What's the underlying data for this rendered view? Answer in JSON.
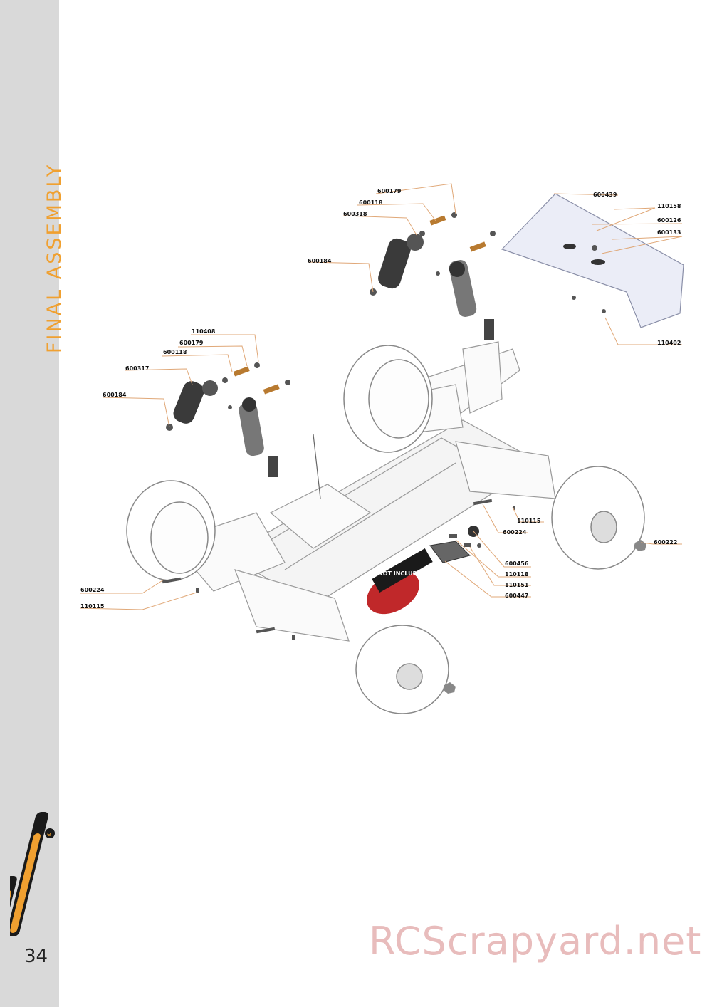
{
  "page": {
    "section_title": "FINAL ASSEMBLY",
    "page_number": "34",
    "watermark": "RCScrapyard.net",
    "logo_icon": "model-logo-icon"
  },
  "colors": {
    "sidebar": "#d9d9d9",
    "title": "#f0a030",
    "watermark": "#e8bcbc",
    "leader_line": "#e0a878",
    "motor": "#c0282a"
  },
  "diagram": {
    "motor_note": "NOT INCLUDED",
    "parts": {
      "rear_shock_top_cap": "600179",
      "rear_shock_nut": "600118",
      "rear_shock_spring": "600318",
      "rear_shock_end": "600184",
      "front_shock_screw": "110408",
      "front_shock_top_cap": "600179",
      "front_shock_nut": "600118",
      "front_shock_spring": "600317",
      "front_shock_end": "600184",
      "wing": "600439",
      "wing_screw": "110158",
      "wing_washer": "600126",
      "wing_button": "600133",
      "wing_nut": "110402",
      "rear_pin_screw": "110115",
      "rear_pin": "600224",
      "rear_wheel_nut": "600222",
      "pinion": "600456",
      "motor_screw": "110118",
      "motor_set_screw": "110151",
      "motor_mount": "600447",
      "front_pin": "600224",
      "front_pin_screw": "110115"
    }
  }
}
